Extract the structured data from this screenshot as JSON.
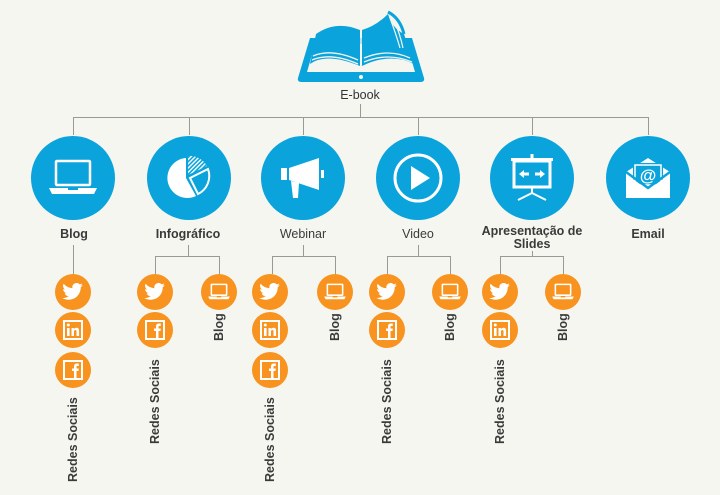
{
  "colors": {
    "background": "#f6f6f1",
    "primary_blue": "#0aa3dc",
    "secondary_orange": "#f7931e",
    "connector": "#9a9a95",
    "text": "#3a3a3a"
  },
  "root": {
    "label": "E-book",
    "icon": "ebook-tablet-icon"
  },
  "channels": [
    {
      "label": "Blog",
      "icon": "laptop-icon",
      "children": [
        {
          "label": "Redes Sociais",
          "icons": [
            "twitter-icon",
            "linkedin-icon",
            "facebook-icon"
          ]
        }
      ]
    },
    {
      "label": "Infográfico",
      "icon": "pie-chart-icon",
      "children": [
        {
          "label": "Redes Sociais",
          "icons": [
            "twitter-icon",
            "facebook-icon"
          ]
        },
        {
          "label": "Blog",
          "icons": [
            "laptop-icon"
          ]
        }
      ]
    },
    {
      "label": "Webinar",
      "icon": "megaphone-icon",
      "children": [
        {
          "label": "Redes Sociais",
          "icons": [
            "twitter-icon",
            "linkedin-icon",
            "facebook-icon"
          ]
        },
        {
          "label": "Blog",
          "icons": [
            "laptop-icon"
          ]
        }
      ]
    },
    {
      "label": "Video",
      "icon": "play-icon",
      "children": [
        {
          "label": "Redes Sociais",
          "icons": [
            "twitter-icon",
            "facebook-icon"
          ]
        },
        {
          "label": "Blog",
          "icons": [
            "laptop-icon"
          ]
        }
      ]
    },
    {
      "label": "Apresentação de Slides",
      "label_line1": "Apresentação de",
      "label_line2": "Slides",
      "icon": "presentation-board-icon",
      "children": [
        {
          "label": "Redes Sociais",
          "icons": [
            "twitter-icon",
            "linkedin-icon"
          ]
        },
        {
          "label": "Blog",
          "icons": [
            "laptop-icon"
          ]
        }
      ]
    },
    {
      "label": "Email",
      "icon": "email-at-icon",
      "children": []
    }
  ]
}
